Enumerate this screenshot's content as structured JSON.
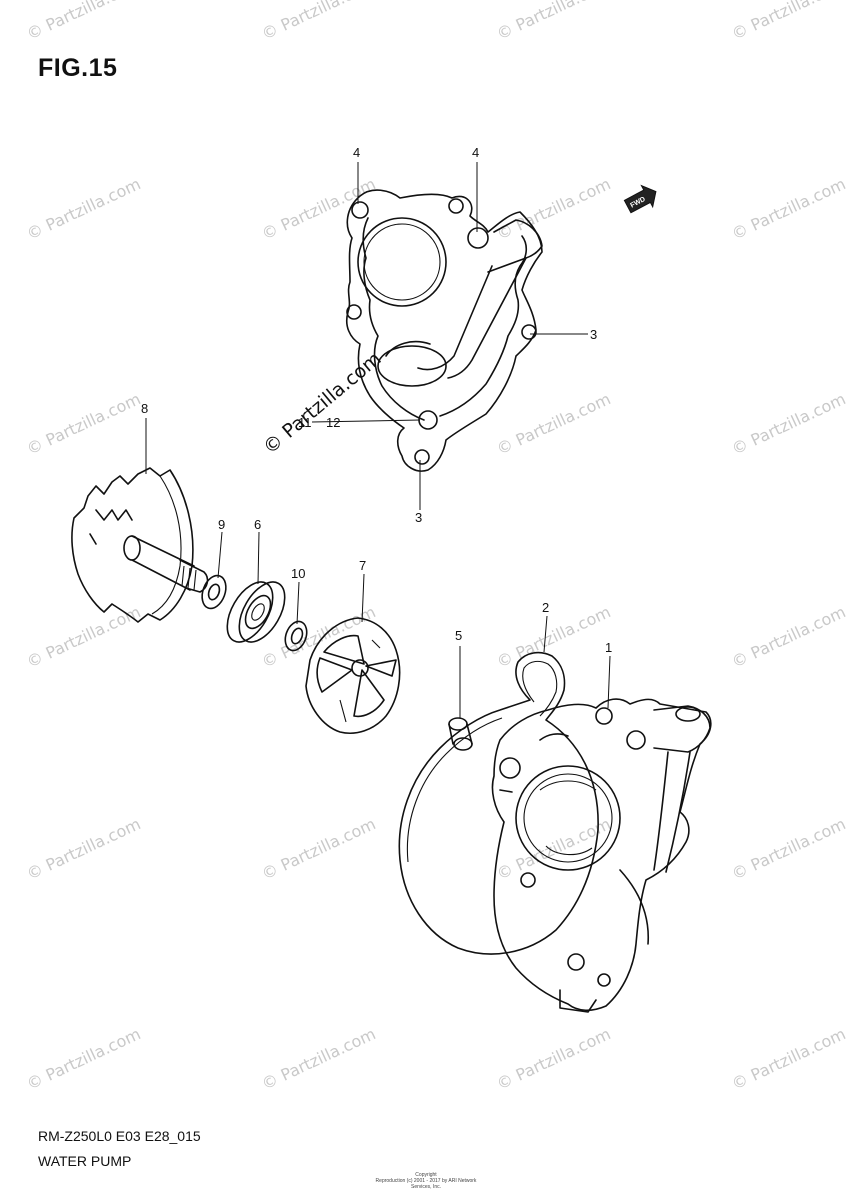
{
  "figure_label": "FIG.15",
  "model_code": "RM-Z250L0 E03 E28_015",
  "section_name": "WATER PUMP",
  "copyright_lines": [
    "Copyright",
    "Reproduction (c) 2001 - 2017 by ARI Network Services, Inc."
  ],
  "watermark_text": "© Partzilla.com",
  "direction_marker": "FWD",
  "callouts": {
    "c1": "1",
    "c2": "2",
    "c3a": "3",
    "c3b": "3",
    "c4a": "4",
    "c4b": "4",
    "c5": "5",
    "c6": "6",
    "c7": "7",
    "c8": "8",
    "c9": "9",
    "c10": "10",
    "c11": "11",
    "c12": "12"
  },
  "colors": {
    "line": "#111111",
    "watermark": "#c9c9c9",
    "background": "#ffffff"
  }
}
